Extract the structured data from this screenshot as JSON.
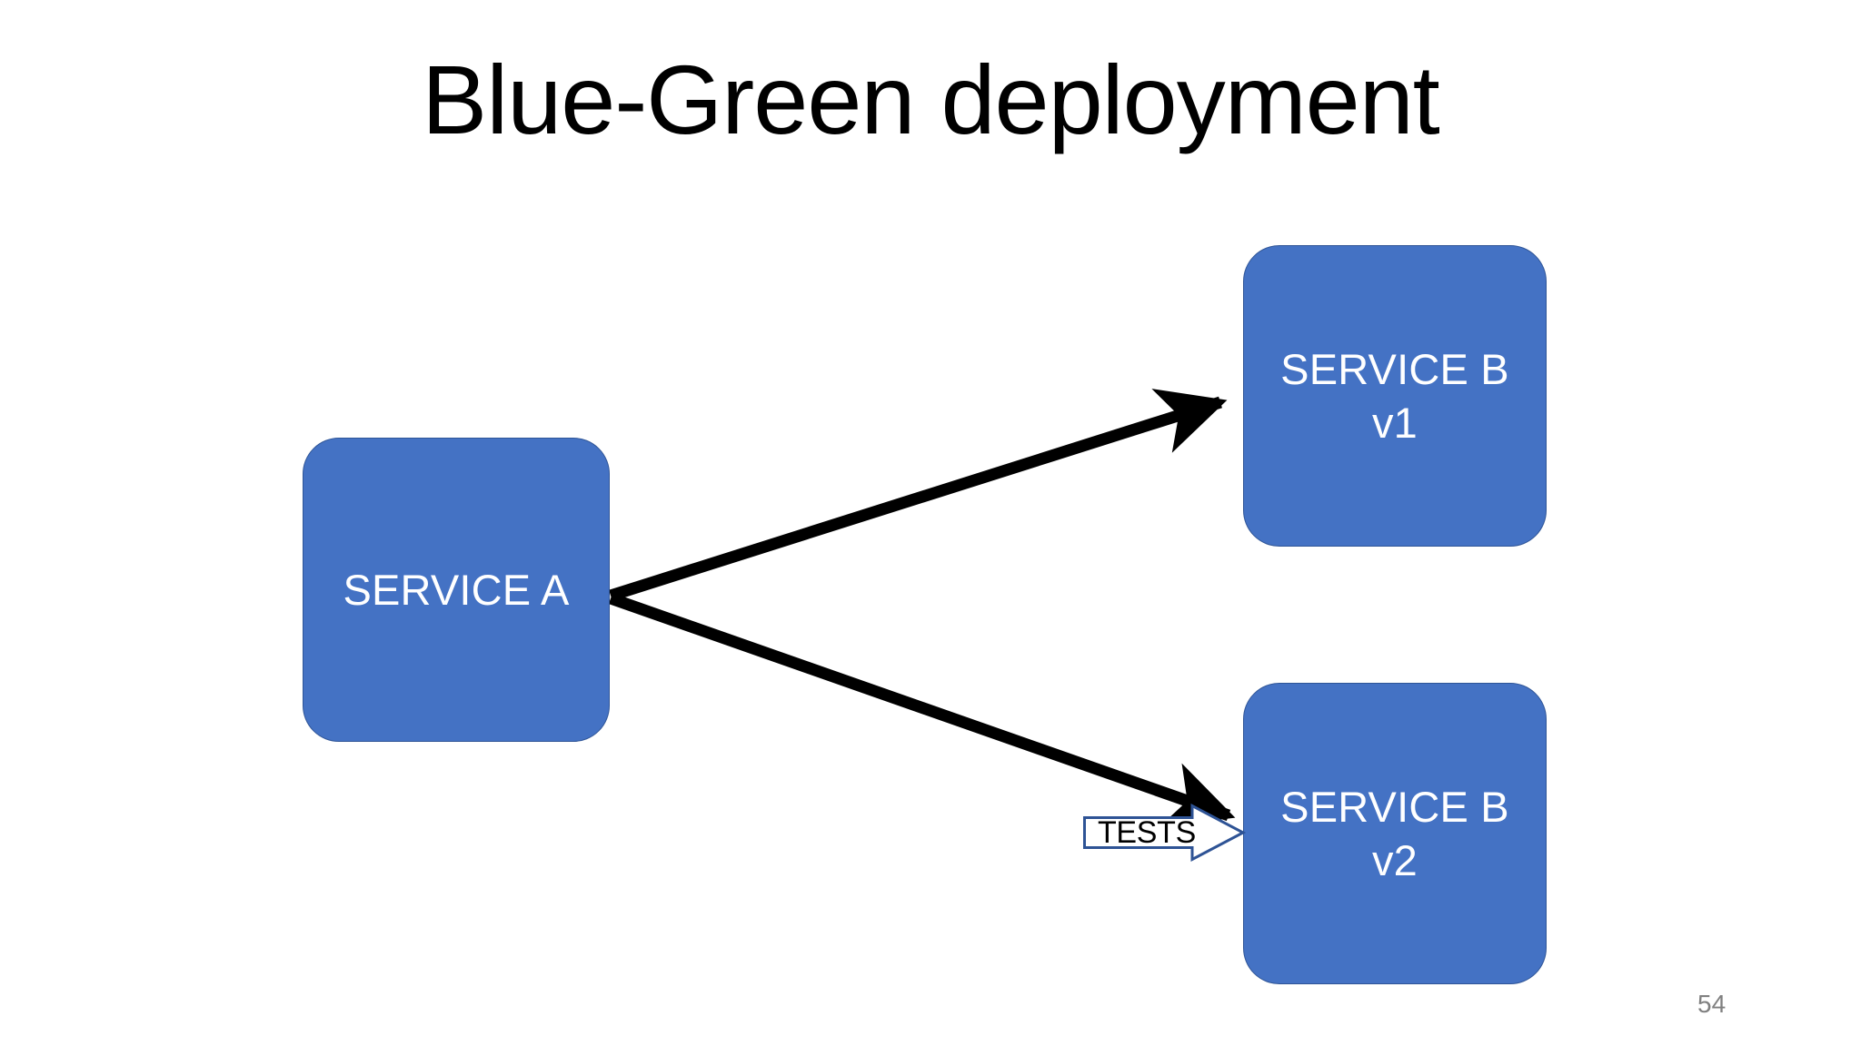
{
  "slide": {
    "title": "Blue-Green deployment",
    "page_number": "54",
    "background_color": "#FFFFFF",
    "title_color": "#000000",
    "page_number_color": "#808080"
  },
  "theme": {
    "box_fill": "#4472C4",
    "box_border": "#2F5597",
    "box_text": "#FFFFFF",
    "connector_color": "#000000",
    "callout_outline": "#2E5395",
    "callout_fill": "#FFFFFF",
    "callout_text": "#000000"
  },
  "diagram": {
    "type": "flow-diagram",
    "nodes": [
      {
        "id": "service-a",
        "name": "service-a-box",
        "line1": "SERVICE A",
        "line2": "",
        "shape": "rounded-rectangle"
      },
      {
        "id": "service-b-v1",
        "name": "service-b-v1-box",
        "line1": "SERVICE B",
        "line2": "v1",
        "shape": "rounded-rectangle"
      },
      {
        "id": "service-b-v2",
        "name": "service-b-v2-box",
        "line1": "SERVICE B",
        "line2": "v2",
        "shape": "rounded-rectangle"
      }
    ],
    "edges": [
      {
        "id": "edge-a-to-b-v1",
        "from": "service-a",
        "to": "service-b-v1",
        "label": "",
        "style": "solid-arrow"
      },
      {
        "id": "edge-a-to-b-v2",
        "from": "service-a",
        "to": "service-b-v2",
        "label": "",
        "style": "solid-arrow"
      }
    ],
    "callouts": [
      {
        "id": "tests-callout",
        "label": "TESTS",
        "shape": "block-arrow-right",
        "points_to": "service-b-v2"
      }
    ]
  }
}
